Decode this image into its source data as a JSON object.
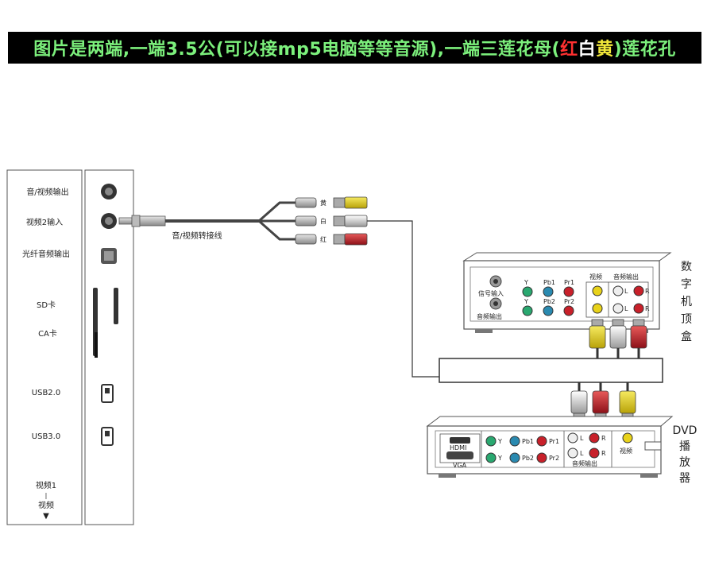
{
  "banner": {
    "part1": "图片是两端,一端3.5公(可以接mp5电脑等等音源),一端三莲花母(",
    "red": "红",
    "white": "白",
    "yellow": "黄",
    "part2": ")莲花孔"
  },
  "tv_panel": {
    "labels": [
      "音/视频输出",
      "视频2输入",
      "光纤音频输出",
      "SD卡",
      "CA卡",
      "USB2.0",
      "USB3.0",
      "视频1",
      "|",
      "视频",
      "▼"
    ]
  },
  "cable": {
    "label": "音/视频转接线",
    "plug_labels": [
      "黄",
      "白",
      "红"
    ]
  },
  "stb": {
    "name_chars": [
      "数",
      "字",
      "机",
      "顶",
      "盒"
    ],
    "left_labels": [
      "信号输入",
      "音频输出"
    ],
    "ports": [
      "Y",
      "Pb1",
      "Pr1",
      "Y",
      "Pb2",
      "Pr2"
    ],
    "video_label": "视频",
    "audio_label": "音频输出",
    "lr": [
      "L",
      "R",
      "L",
      "R"
    ]
  },
  "dvd": {
    "name_chars": [
      "DVD",
      "播",
      "放",
      "器"
    ],
    "hdmi": "HDMI",
    "vga": "VGA",
    "ports": [
      "Y",
      "Pb1",
      "Pr1",
      "Y",
      "Pb2",
      "Pr2"
    ],
    "lr": [
      "L",
      "R",
      "L",
      "R"
    ],
    "audio_label": "音频输出",
    "video_label": "视频"
  },
  "colors": {
    "green": "#7cf07c",
    "red_jack": "#c8202a",
    "yellow_jack": "#e8d21a",
    "green_jack": "#2aa870",
    "blue_jack": "#2a8ab0"
  }
}
